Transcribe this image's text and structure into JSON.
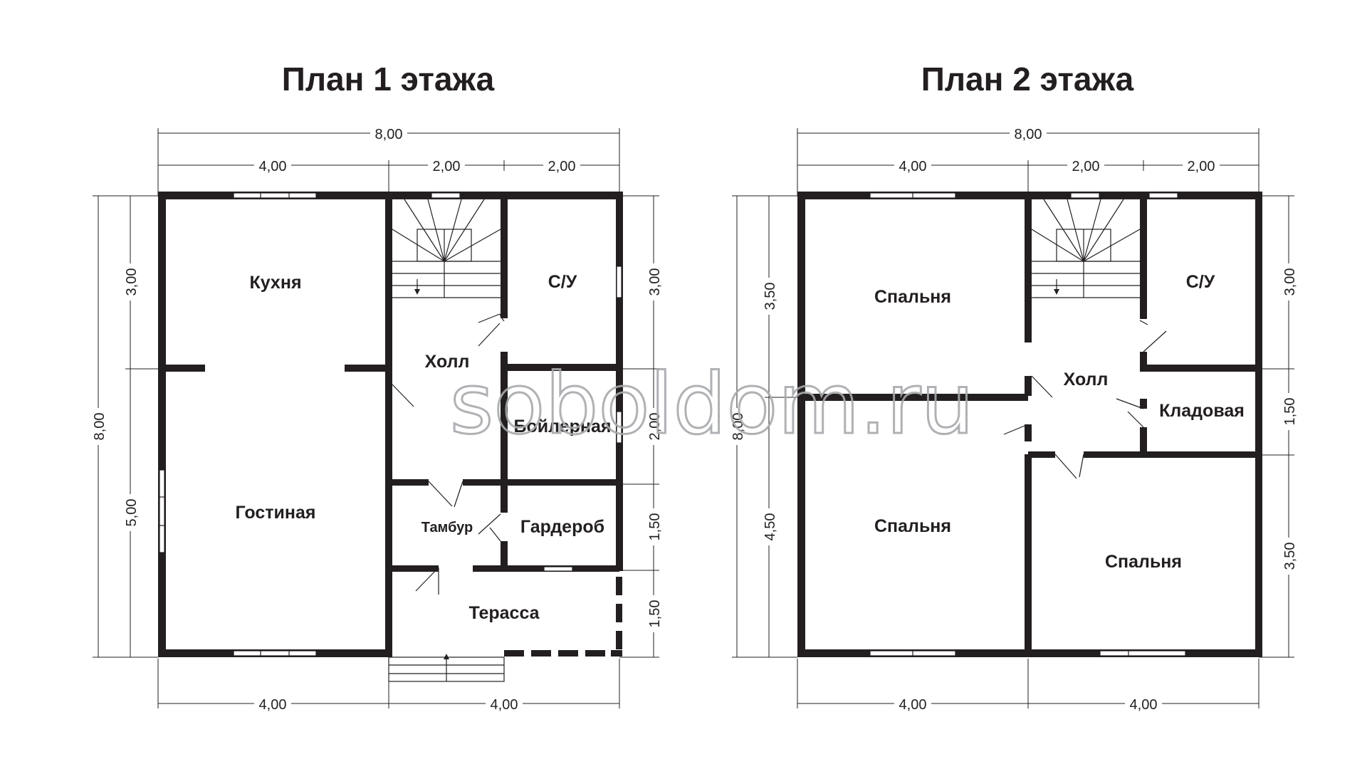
{
  "floor1": {
    "title": "План 1 этажа",
    "dims": {
      "top_total": "8,00",
      "top_a": "4,00",
      "top_b": "2,00",
      "top_c": "2,00",
      "bottom_a": "4,00",
      "bottom_b": "4,00",
      "left_total": "8,00",
      "left_a": "3,00",
      "left_b": "5,00",
      "right_a": "3,00",
      "right_b": "2,00",
      "right_c": "1,50",
      "right_d": "1,50"
    },
    "rooms": {
      "kitchen": "Кухня",
      "living": "Гостиная",
      "hall": "Холл",
      "bathroom": "С/У",
      "boiler": "Бойлерная",
      "vestibule": "Тамбур",
      "wardrobe": "Гардероб",
      "terrace": "Терасса"
    }
  },
  "floor2": {
    "title": "План 2 этажа",
    "dims": {
      "top_total": "8,00",
      "top_a": "4,00",
      "top_b": "2,00",
      "top_c": "2,00",
      "bottom_a": "4,00",
      "bottom_b": "4,00",
      "left_total": "8,00",
      "left_a": "3,50",
      "left_b": "4,50",
      "right_a": "3,00",
      "right_b": "1,50",
      "right_c": "3,50"
    },
    "rooms": {
      "bedroom_top_left": "Спальня",
      "bedroom_bottom_left": "Спальня",
      "bedroom_bottom_right": "Спальня",
      "hall": "Холл",
      "bathroom": "С/У",
      "storage": "Кладовая"
    }
  },
  "watermark": "soboldom.ru",
  "colors": {
    "wall": "#231f20",
    "watermark": "#a7a9ac",
    "background": "#ffffff"
  }
}
